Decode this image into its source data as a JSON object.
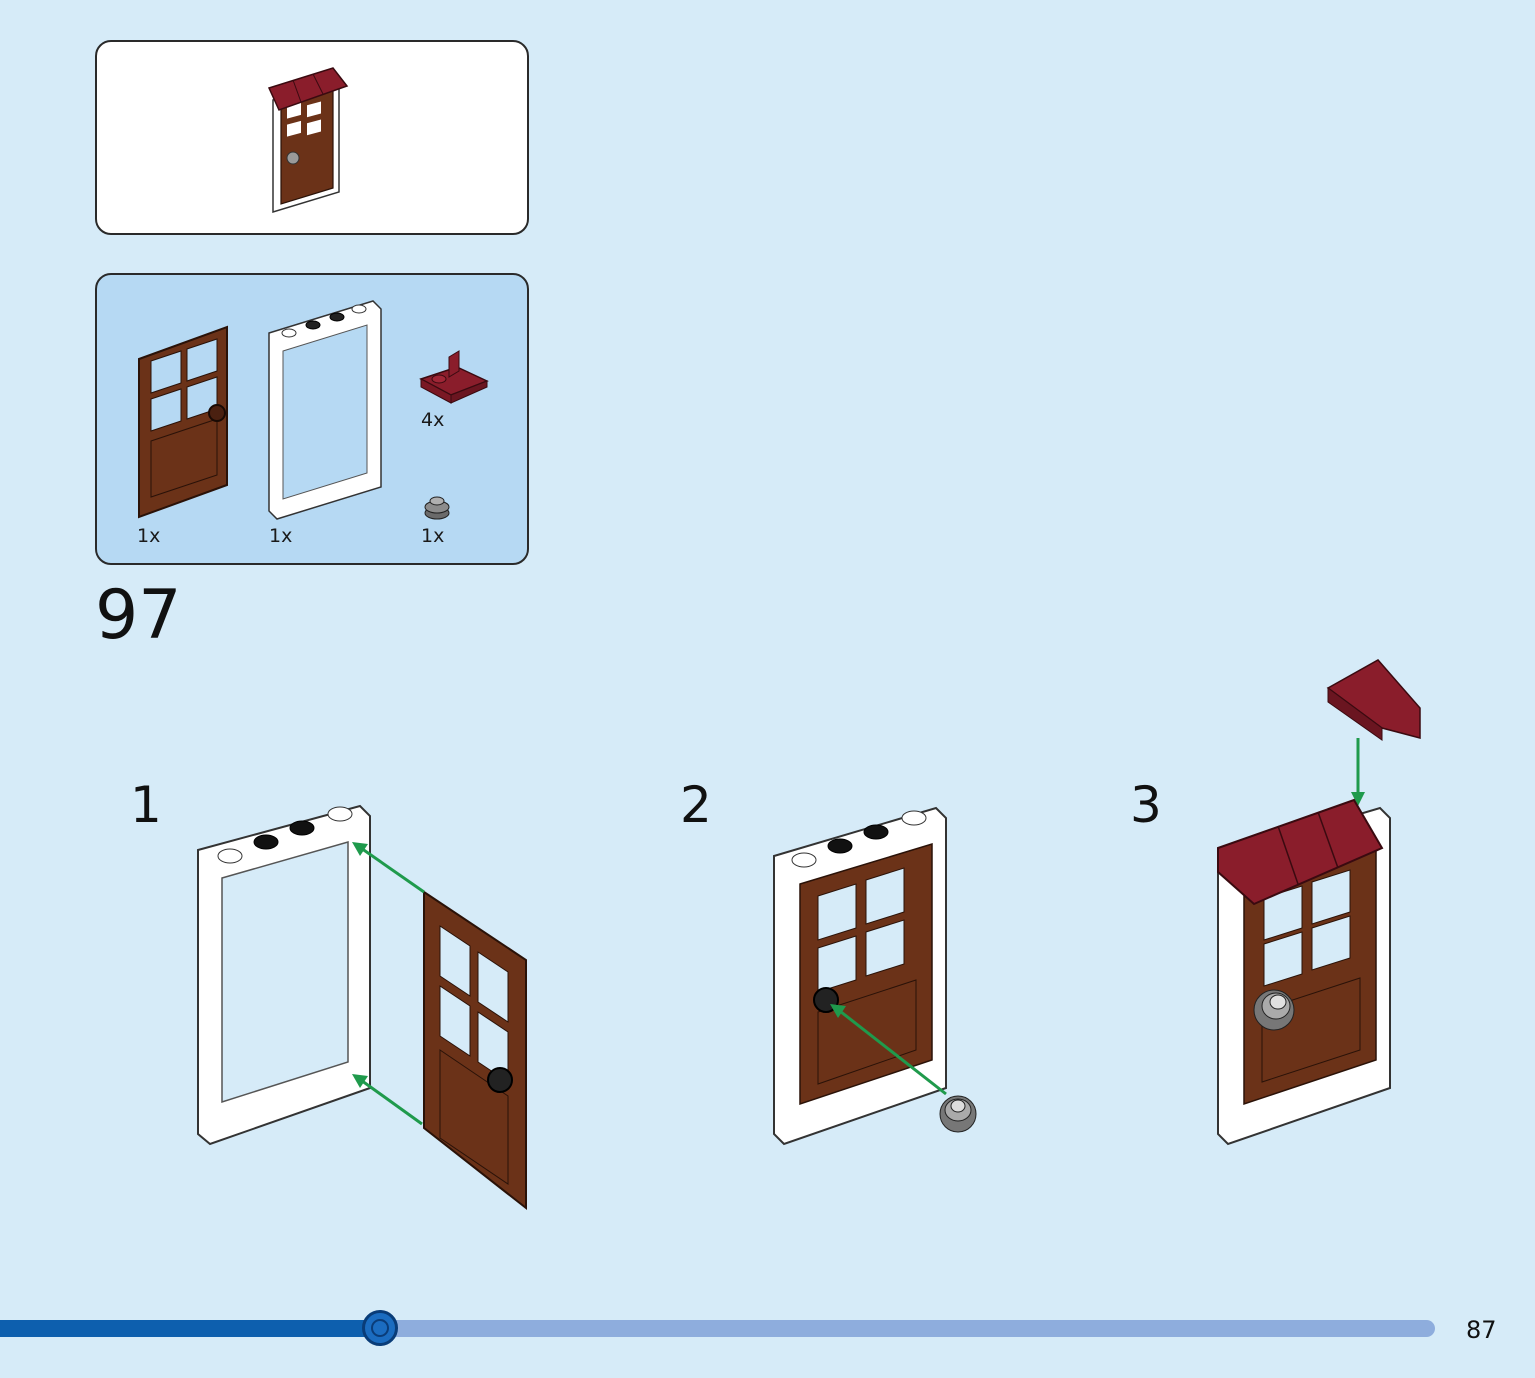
{
  "instructions": {
    "step_number": "97",
    "page_number": "87",
    "progress": 0.265,
    "sub_steps": [
      "1",
      "2",
      "3"
    ],
    "parts": [
      {
        "name": "door",
        "quantity": "1x",
        "color": "#6b3218"
      },
      {
        "name": "door-frame",
        "quantity": "1x",
        "color": "#ffffff"
      },
      {
        "name": "bracket-plate",
        "quantity": "4x",
        "color": "#8a1d2b"
      },
      {
        "name": "round-plate",
        "quantity": "1x",
        "color": "#8c8c8c"
      }
    ],
    "colors": {
      "background": "#d6ebf8",
      "parts_panel": "#b6d9f3",
      "door_brown": "#6b3218",
      "roof_red": "#8a1d2b",
      "arrow_green": "#1f9a4c",
      "progress_done": "#0d5fae",
      "progress_todo": "#8eaddd"
    }
  }
}
